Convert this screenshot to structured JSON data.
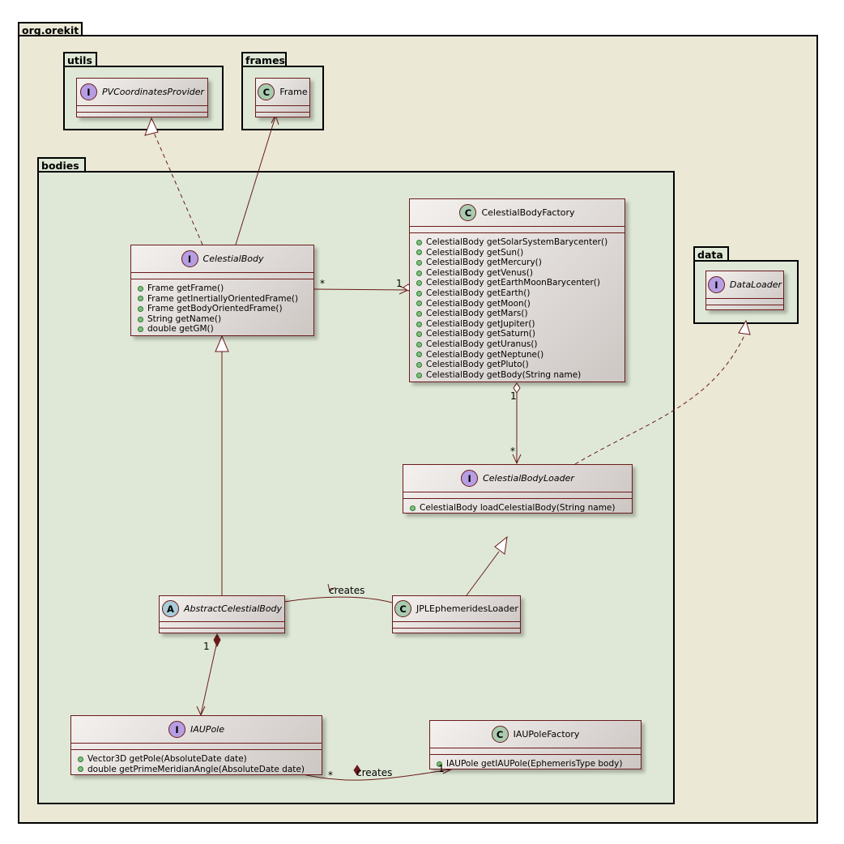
{
  "packages": {
    "root": "org.orekit",
    "utils": "utils",
    "frames": "frames",
    "bodies": "bodies",
    "data": "data"
  },
  "classes": {
    "pvcoordinatesprovider": {
      "badge": "I",
      "name": "PVCoordinatesProvider",
      "methods": []
    },
    "frame": {
      "badge": "C",
      "name": "Frame",
      "methods": []
    },
    "dataloader": {
      "badge": "I",
      "name": "DataLoader",
      "methods": []
    },
    "celestialbody": {
      "badge": "I",
      "name": "CelestialBody",
      "methods": [
        "Frame getFrame()",
        "Frame getInertiallyOrientedFrame()",
        "Frame getBodyOrientedFrame()",
        "String getName()",
        "double getGM()"
      ]
    },
    "celestialbodyfactory": {
      "badge": "C",
      "name": "CelestialBodyFactory",
      "methods": [
        "CelestialBody getSolarSystemBarycenter()",
        "CelestialBody getSun()",
        "CelestialBody getMercury()",
        "CelestialBody getVenus()",
        "CelestialBody getEarthMoonBarycenter()",
        "CelestialBody getEarth()",
        "CelestialBody getMoon()",
        "CelestialBody getMars()",
        "CelestialBody getJupiter()",
        "CelestialBody getSaturn()",
        "CelestialBody getUranus()",
        "CelestialBody getNeptune()",
        "CelestialBody getPluto()",
        "CelestialBody getBody(String name)"
      ]
    },
    "celestialbodyloader": {
      "badge": "I",
      "name": "CelestialBodyLoader",
      "methods": [
        "CelestialBody loadCelestialBody(String name)"
      ]
    },
    "abstractcelestialbody": {
      "badge": "A",
      "name": "AbstractCelestialBody",
      "methods": []
    },
    "jplephemeridesloader": {
      "badge": "C",
      "name": "JPLEphemeridesLoader",
      "methods": []
    },
    "iaupole": {
      "badge": "I",
      "name": "IAUPole",
      "methods": [
        "Vector3D getPole(AbsoluteDate date)",
        "double getPrimeMeridianAngle(AbsoluteDate date)"
      ]
    },
    "iaupolefactory": {
      "badge": "C",
      "name": "IAUPoleFactory",
      "methods": [
        "IAUPole getIAUPole(EphemerisType body)"
      ]
    }
  },
  "edge_labels": {
    "body_factory_many": "*",
    "body_factory_one": "1",
    "factory_loader_one": "1",
    "factory_loader_many": "*",
    "abstract_pole_one": "1",
    "jpl_creates": "creates",
    "pole_factory_many": "*",
    "pole_factory_one": "1",
    "pole_factory_creates": "creates"
  },
  "colors": {
    "outer_package_bg": "#ebe8d6",
    "inner_package_bg": "#dfe8d6",
    "edge": "#6a1b1b"
  }
}
